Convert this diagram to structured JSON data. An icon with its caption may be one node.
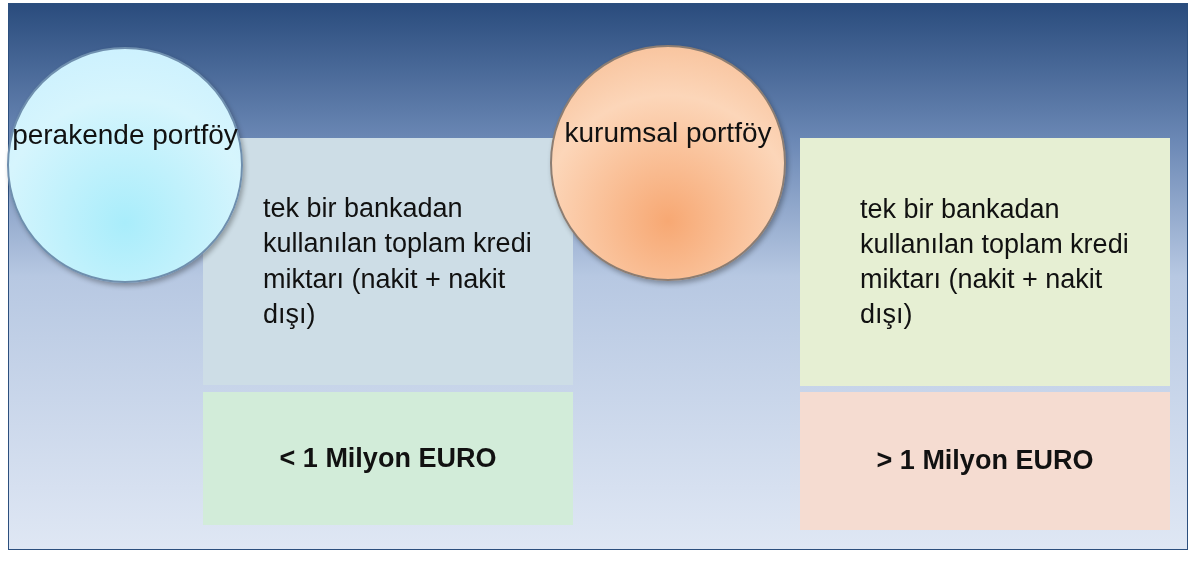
{
  "diagram": {
    "nodes": [
      {
        "text": [
          "perakende portföy"
        ]
      },
      {
        "text": [
          "tek bir bankadan kullanılan toplam kredi miktarı (nakit + nakit dışı)"
        ]
      },
      {
        "text": [
          "< 1 Milyon EURO"
        ]
      },
      {
        "text": [
          "kurumsal portföy"
        ]
      },
      {
        "text": [
          "tek bir bankadan kullanılan toplam kredi miktarı (nakit + nakit dışı)"
        ]
      },
      {
        "text": [
          "> 1 Milyon EURO"
        ]
      }
    ]
  }
}
